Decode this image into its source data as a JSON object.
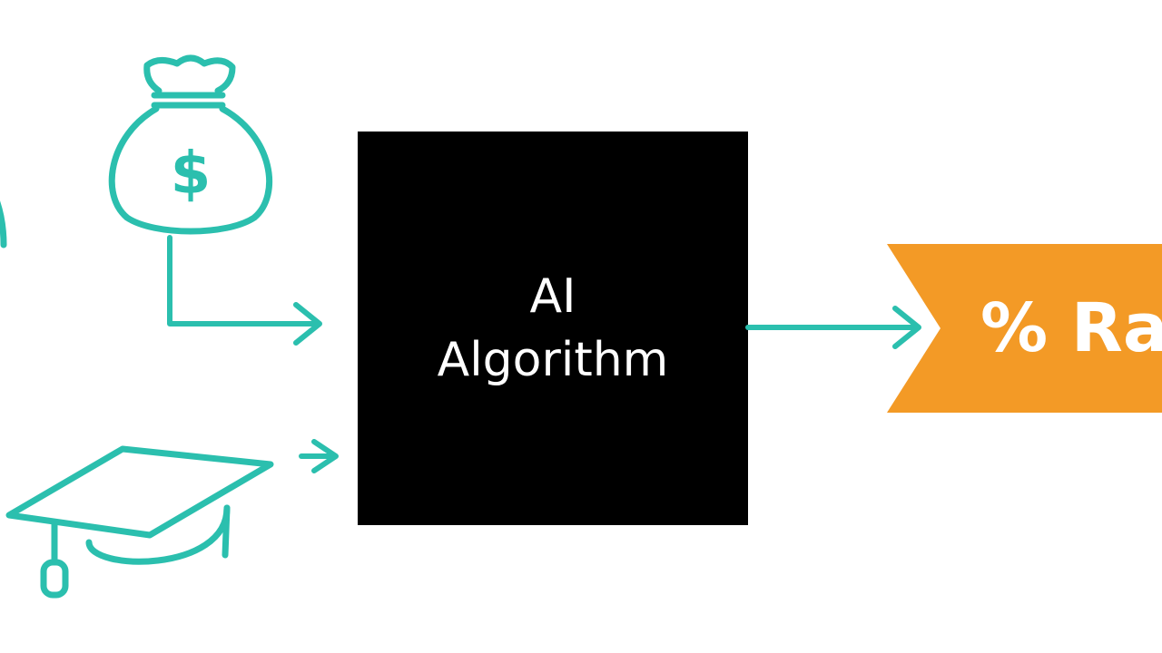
{
  "diagram": {
    "box": {
      "line1": "AI",
      "line2": "Algorithm"
    },
    "output_banner": {
      "text": "% Ra"
    },
    "money_bag": {
      "symbol": "$"
    },
    "icons": [
      "money-bag-icon",
      "graduation-cap-icon",
      "partial-icon"
    ],
    "colors": {
      "teal": "#2bbfae",
      "box": "#000000",
      "banner": "#f39a26",
      "text": "#ffffff"
    }
  }
}
